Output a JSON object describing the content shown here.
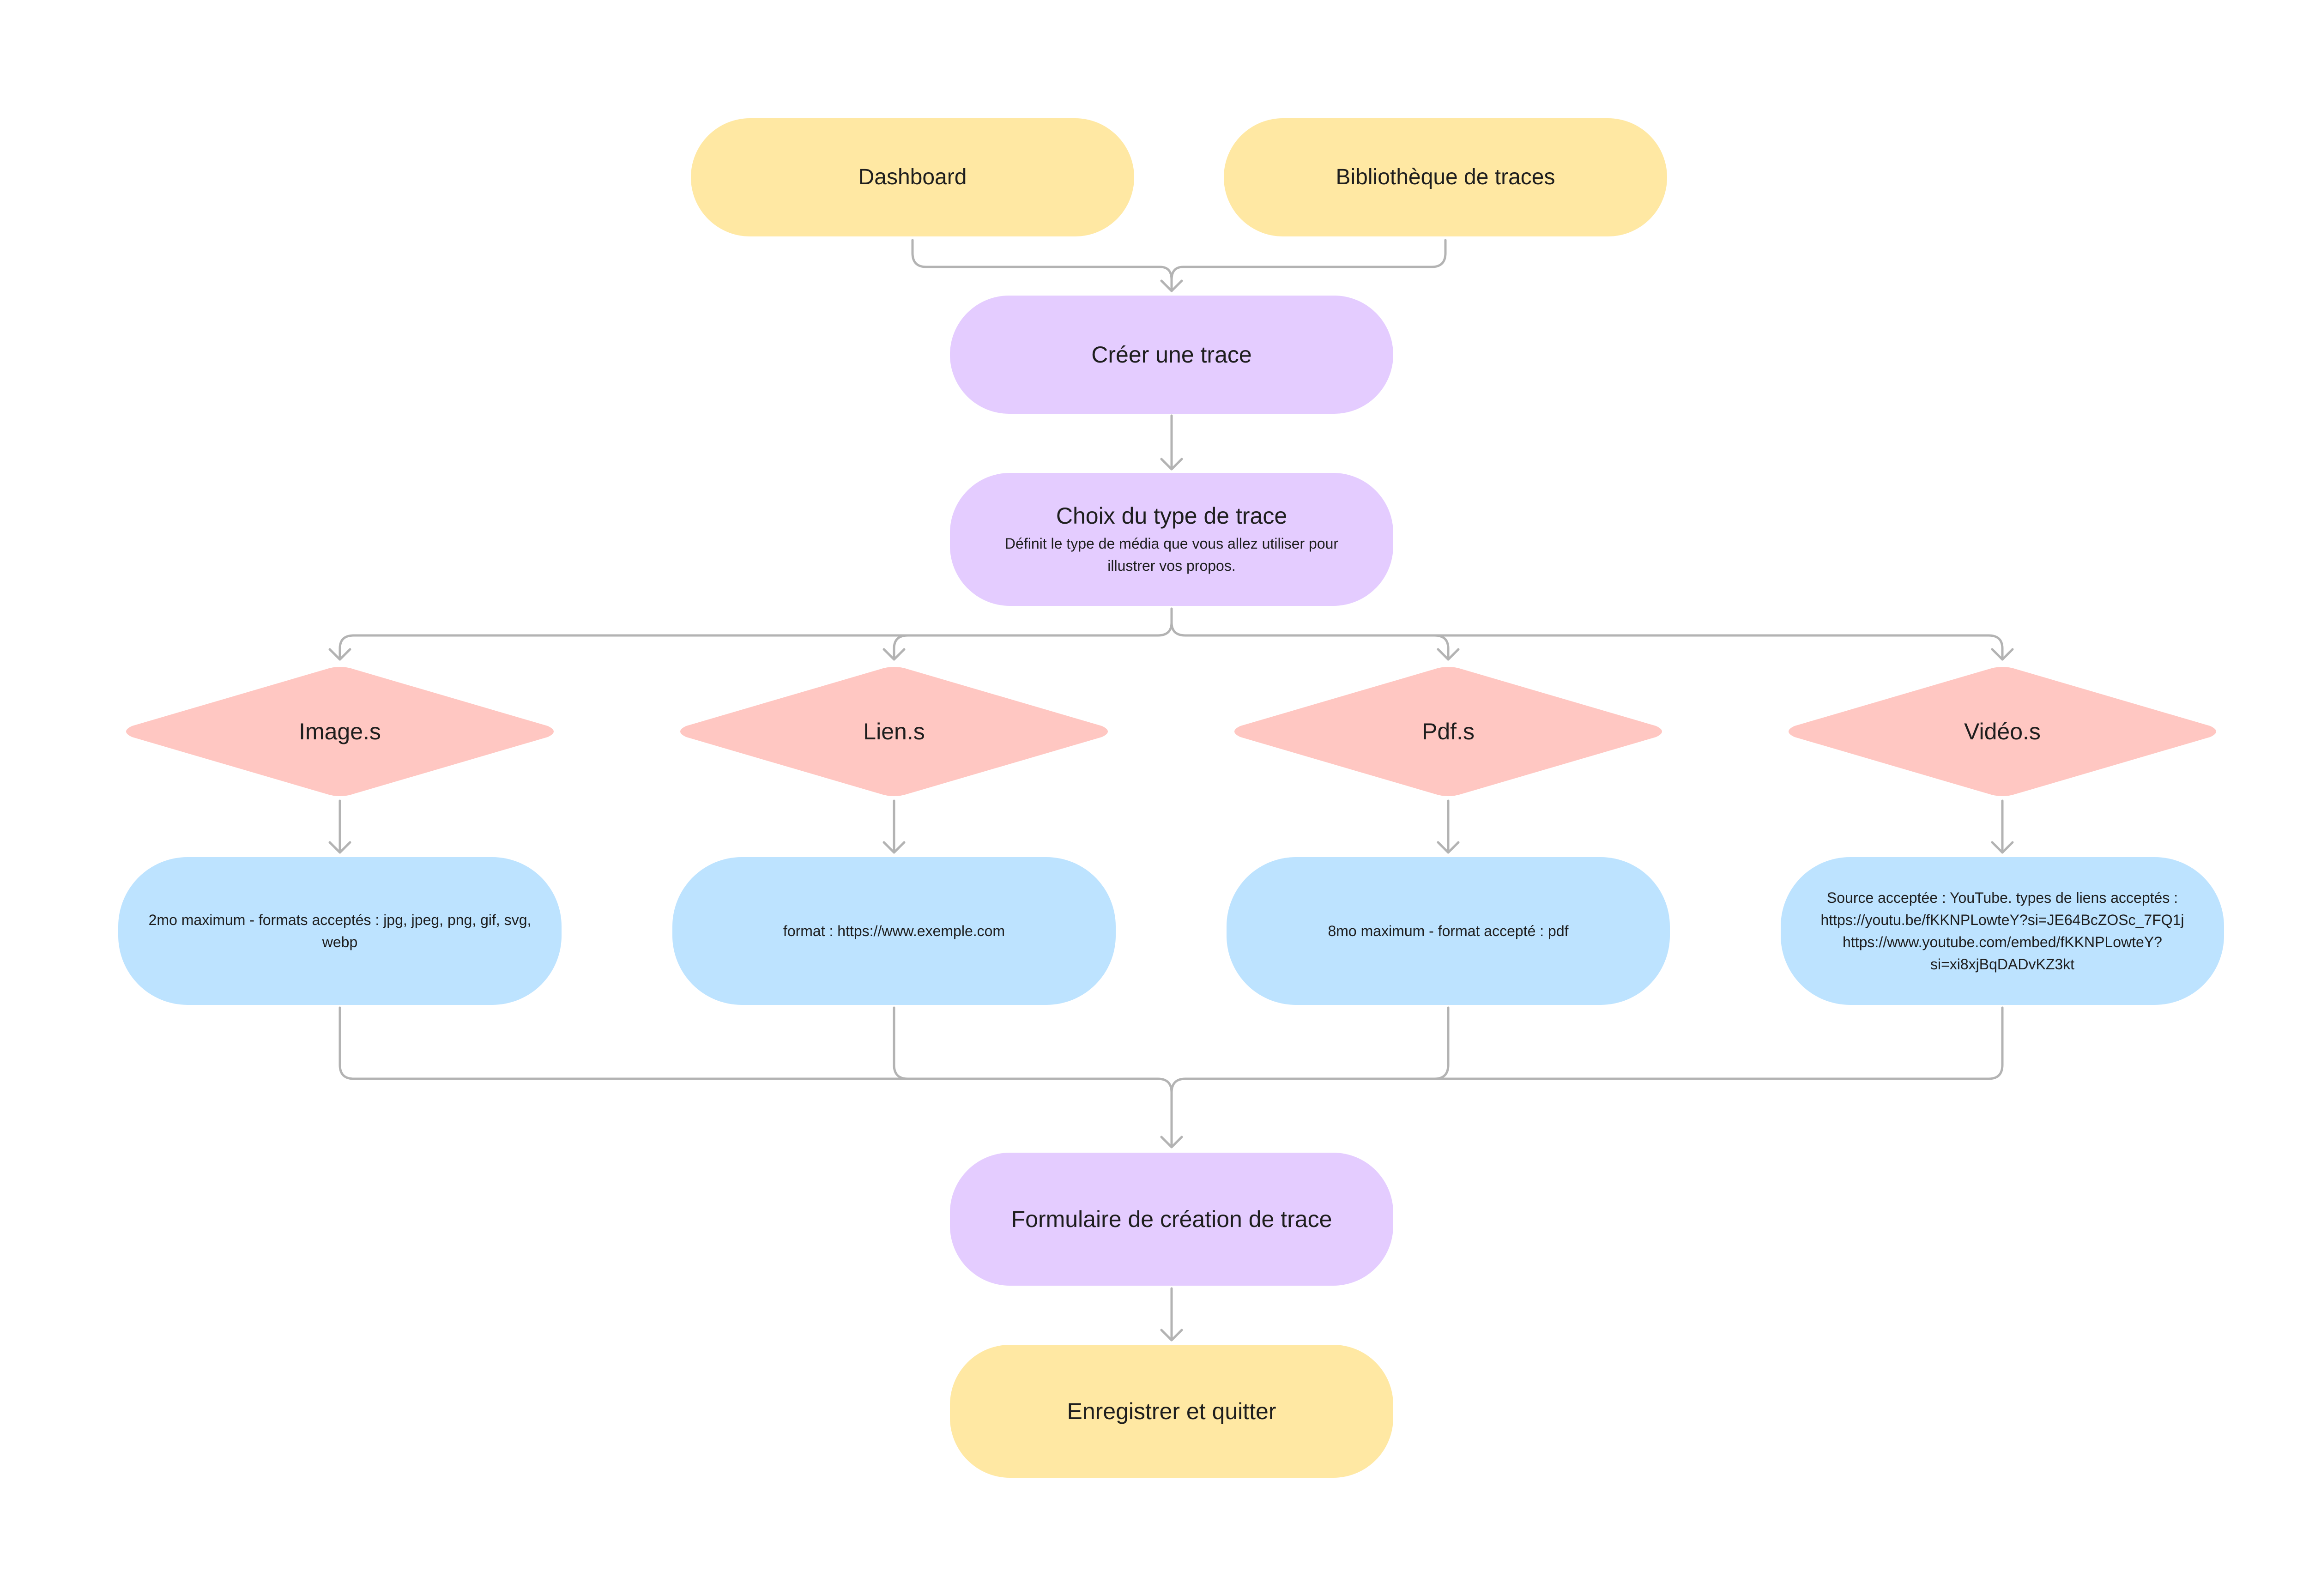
{
  "colors": {
    "yellow": "#FFE8A3",
    "purple": "#E4CCFF",
    "pink": "#FFC7C2",
    "blue": "#BDE3FF",
    "connector": "#b3b3b3"
  },
  "nodes": {
    "dashboard": "Dashboard",
    "bibliotheque": "Bibliothèque de traces",
    "creer": "Créer une trace",
    "choix": {
      "title": "Choix du type de trace",
      "description": "Définit le type de média que vous allez utiliser pour illustrer vos propos."
    },
    "types": [
      {
        "label": "Image.s",
        "info": "2mo maximum - formats acceptés : jpg, jpeg, png, gif, svg, webp"
      },
      {
        "label": "Lien.s",
        "info": "format : https://www.exemple.com"
      },
      {
        "label": "Pdf.s",
        "info": "8mo maximum - format accepté : pdf"
      },
      {
        "label": "Vidéo.s",
        "info": "Source acceptée : YouTube. types de liens acceptés : https://youtu.be/fKKNPLowteY?si=JE64BcZOSc_7FQ1j https://www.youtube.com/embed/fKKNPLowteY?si=xi8xjBqDADvKZ3kt"
      }
    ],
    "formulaire": "Formulaire de création de trace",
    "enregistrer": "Enregistrer et quitter"
  }
}
